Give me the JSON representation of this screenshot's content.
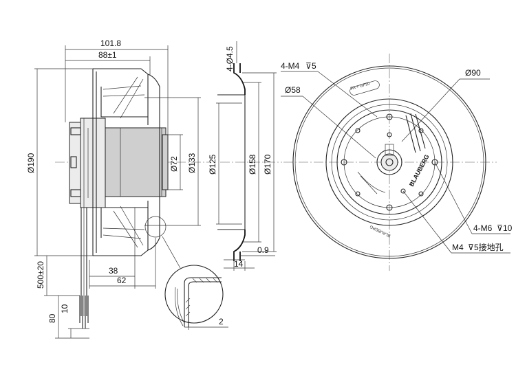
{
  "dims": {
    "w101": "101.8",
    "w88": "88±1",
    "d190": "Ø190",
    "d72": "Ø72",
    "d133": "Ø133",
    "d125": "Ø125",
    "d158": "Ø158",
    "d170": "Ø170",
    "hole45": "4-Ø4.5",
    "w38": "38",
    "w62": "62",
    "cable500": "500±20",
    "len80": "80",
    "len10": "10",
    "w14": "14",
    "w09": "0.9",
    "w2": "2",
    "m4": "4-M4",
    "m4depth": "5",
    "d58": "Ø58",
    "d90": "Ø90",
    "m6": "4-M6",
    "m6depth": "10",
    "ground": "M4",
    "grounddepth": "5接地孔"
  },
  "labels": {
    "material": "PA + GF30",
    "brand": "BLAUBERG",
    "brand_center": "BLAUBERG"
  }
}
